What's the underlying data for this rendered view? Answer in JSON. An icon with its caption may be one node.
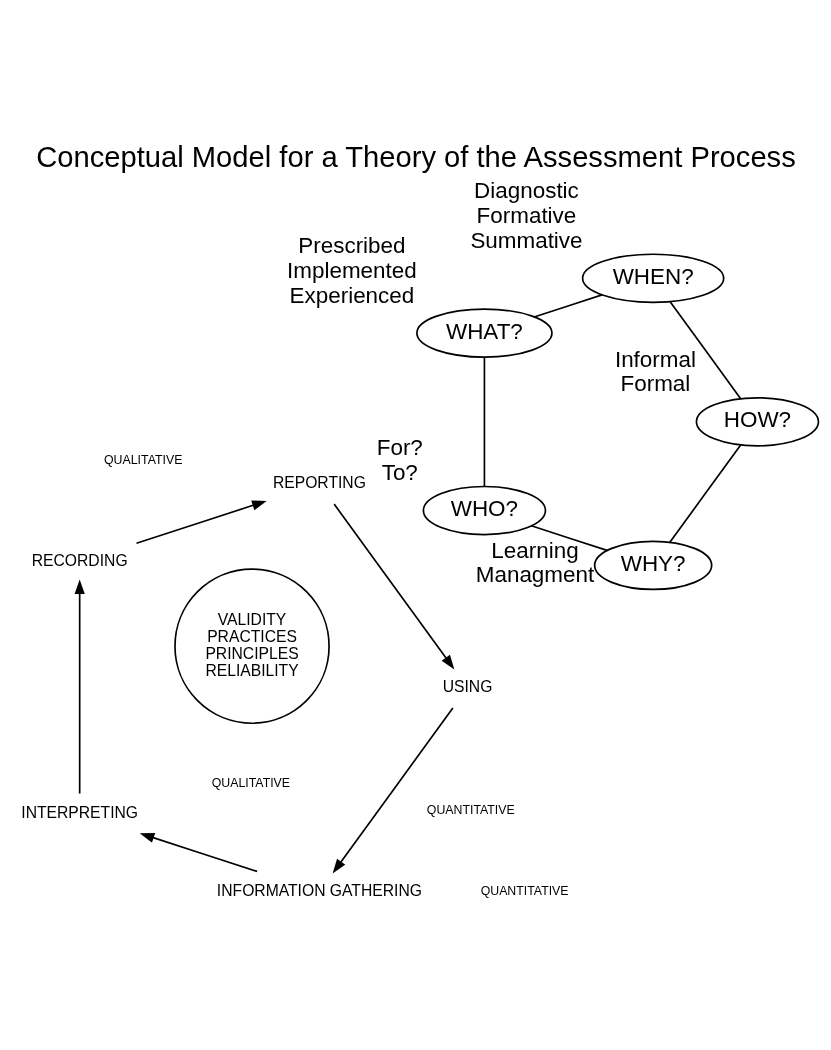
{
  "diagram": {
    "title": "Conceptual Model for a Theory of the Assessment Process",
    "nodes": [
      {
        "text": [
          "INFORMATION GATHERING"
        ]
      },
      {
        "text": [
          "INTERPRETING"
        ]
      },
      {
        "text": [
          "RECORDING"
        ]
      },
      {
        "text": [
          "REPORTING"
        ]
      },
      {
        "text": [
          "USING"
        ]
      },
      {
        "text": [
          "WHY?"
        ],
        "beside": [
          "Learning",
          "Managment"
        ]
      },
      {
        "text": [
          "WHO?"
        ],
        "beside": [
          "For?",
          "To?"
        ]
      },
      {
        "text": [
          "WHAT?"
        ],
        "beside": [
          "Prescribed",
          "Implemented",
          "Experienced"
        ]
      },
      {
        "text": [
          "WHEN?"
        ],
        "beside": [
          "Diagnostic",
          "Formative",
          "Summative"
        ]
      },
      {
        "text": [
          "HOW?"
        ],
        "beside": [
          "Informal",
          "Formal"
        ]
      },
      {
        "text": [
          "VALIDITY",
          "PRACTICES",
          "PRINCIPLES",
          "RELIABILITY"
        ]
      }
    ],
    "edges": [
      {
        "from": 0,
        "to": 1,
        "arrow": "to"
      },
      {
        "from": 1,
        "to": 2,
        "arrow": "to"
      },
      {
        "from": 2,
        "to": 3,
        "arrow": "to"
      },
      {
        "from": 3,
        "to": 4,
        "arrow": "to"
      },
      {
        "from": 4,
        "to": 0,
        "arrow": "to"
      },
      {
        "from": 5,
        "to": 6,
        "arrow": "none"
      },
      {
        "from": 6,
        "to": 7,
        "arrow": "none"
      },
      {
        "from": 7,
        "to": 8,
        "arrow": "none"
      },
      {
        "from": 8,
        "to": 9,
        "arrow": "none"
      },
      {
        "from": 9,
        "to": 5,
        "arrow": "none"
      }
    ],
    "labels": [
      "QUALITATIVE",
      "QUANTITATIVE",
      "QUALITATIVE",
      "QUANTITATIVE"
    ]
  }
}
